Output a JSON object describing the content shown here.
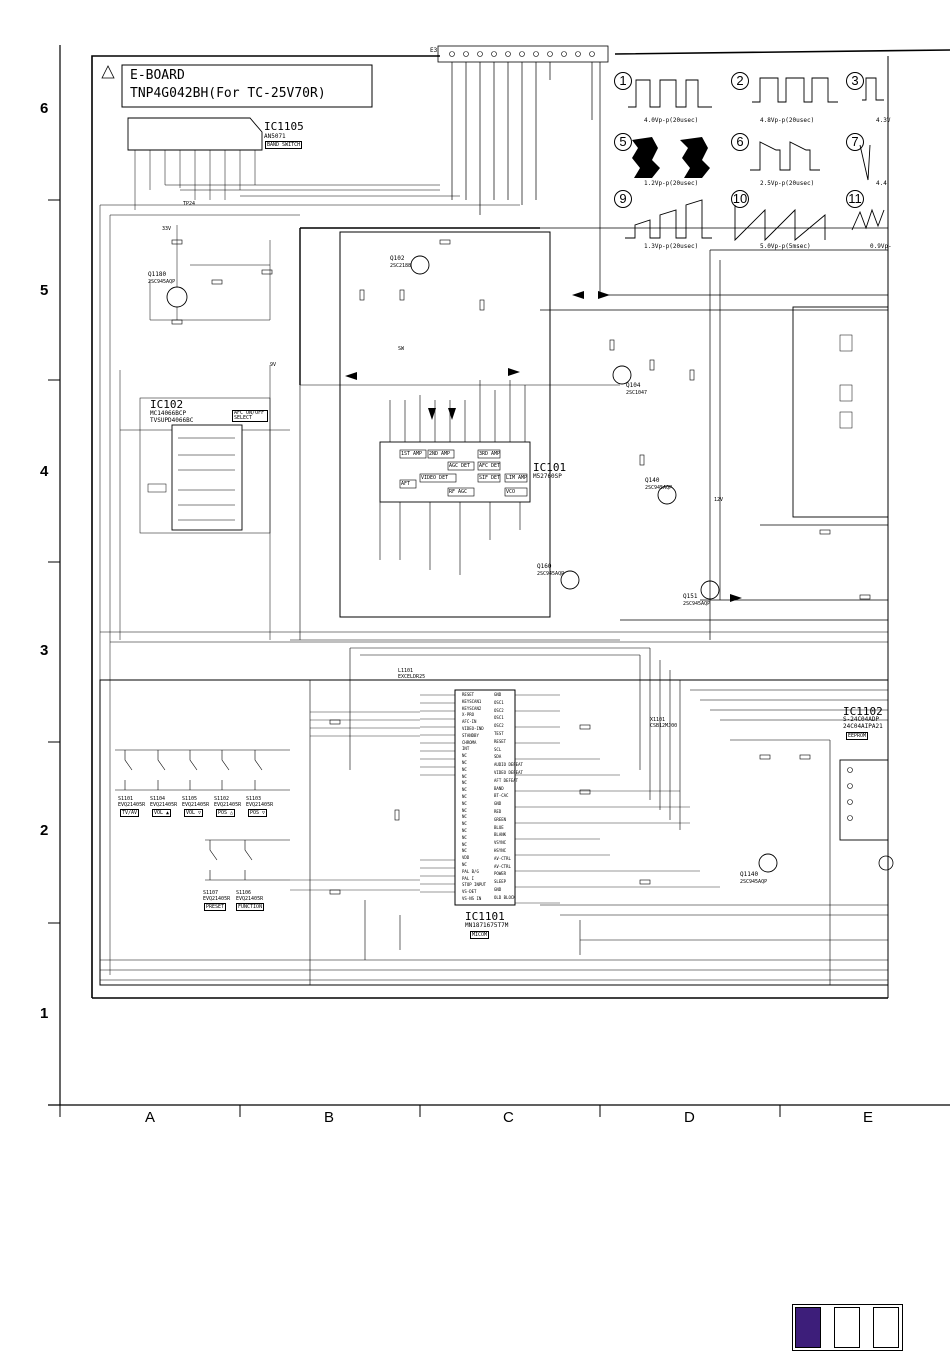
{
  "board": {
    "warning_symbol": "warning-triangle-icon",
    "title": "E-BOARD",
    "subtitle": "TNP4G042BH(For TC-25V70R)"
  },
  "grid": {
    "rows": [
      "6",
      "5",
      "4",
      "3",
      "2",
      "1"
    ],
    "columns": [
      "A",
      "B",
      "C",
      "D",
      "E"
    ]
  },
  "waveforms": [
    {
      "num": "1",
      "caption": "4.0Vp-p(20usec)"
    },
    {
      "num": "2",
      "caption": "4.8Vp-p(20usec)"
    },
    {
      "num": "3",
      "caption": "4.3V"
    },
    {
      "num": "5",
      "caption": "1.2Vp-p(20usec)"
    },
    {
      "num": "6",
      "caption": "2.5Vp-p(20usec)"
    },
    {
      "num": "7",
      "caption": "4.4"
    },
    {
      "num": "9",
      "caption": "1.3Vp-p(20usec)"
    },
    {
      "num": "10",
      "caption": "5.0Vp-p(5msec)"
    },
    {
      "num": "11",
      "caption": "0.9Vp-"
    }
  ],
  "ics": {
    "ic1105": {
      "ref": "IC1105",
      "part": "AN5071",
      "func": "BAND SWITCH"
    },
    "ic102": {
      "ref": "IC102",
      "part": "MC14066BCP",
      "part2": "TVSUPD4066BC",
      "func": "AFC ON/OFF SELECT"
    },
    "ic101": {
      "ref": "IC101",
      "part": "M52760SP"
    },
    "ic1101": {
      "ref": "IC1101",
      "part": "MN1871675T7M",
      "func": "MICOM"
    },
    "ic1102": {
      "ref": "IC1102",
      "part": "S-24C04ADP",
      "part2": "24C04AIPA21",
      "func": "EEPROM"
    }
  },
  "transistors": [
    {
      "ref": "Q1180",
      "part": "2SC945AQP"
    },
    {
      "ref": "Q102",
      "part": "2SC2188"
    },
    {
      "ref": "Q104",
      "part": "2SC1047"
    },
    {
      "ref": "Q140",
      "part": "2SC945AQP"
    },
    {
      "ref": "Q160",
      "part": "2SC945AQP"
    },
    {
      "ref": "Q151",
      "part": "2SC945AQP"
    },
    {
      "ref": "Q1140",
      "part": "2SC945AQP"
    }
  ],
  "switches": [
    {
      "ref": "S1101",
      "part": "EVQ21405R",
      "func": "TV/AV"
    },
    {
      "ref": "S1104",
      "part": "EVQ21405R",
      "func": "VOL ▲"
    },
    {
      "ref": "S1105",
      "part": "EVQ21405R",
      "func": "VOL ▽"
    },
    {
      "ref": "S1102",
      "part": "EVQ21405R",
      "func": "POS △"
    },
    {
      "ref": "S1103",
      "part": "EVQ21405R",
      "func": "POS ▽"
    },
    {
      "ref": "S1107",
      "part": "EVQ21405R",
      "func": "PRESET"
    },
    {
      "ref": "S1106",
      "part": "EVQ21405R",
      "func": "FUNCTION"
    }
  ],
  "ic1101_pins_left": [
    "RESET",
    "KEYSCAN1",
    "KEYSCAN2",
    "X-PRO",
    "AFC-IN",
    "VIDEO-IND",
    "STANDBY",
    "CHROMA",
    "INT",
    "NC",
    "NC",
    "NC",
    "NC",
    "NC",
    "NC",
    "NC",
    "NC",
    "NC",
    "NC",
    "NC",
    "NC",
    "NC",
    "NC",
    "NC",
    "VDD",
    "NC",
    "PAL B/G",
    "PAL I",
    "STOP INPUT",
    "VS-DET",
    "VS-NS IN"
  ],
  "ic1101_pins_right": [
    "GND",
    "OSC1",
    "OSC2",
    "OSC1",
    "OSC2",
    "TEST",
    "RESET",
    "SCL",
    "SDA",
    "AUDIO DEFEAT",
    "VIDEO DEFEAT",
    "AFT DEFEAT",
    "BAND",
    "BT-CAC",
    "GND",
    "RED",
    "GREEN",
    "BLUE",
    "BLANK",
    "VSYNC",
    "HSYNC",
    "AV-CTRL",
    "AV-CTRL",
    "POWER",
    "SLEEP",
    "GND",
    "OLD BLOCK"
  ],
  "ic101_blocks": [
    "1ST AMP",
    "2ND AMP",
    "3RD AMP",
    "AGC DET",
    "VIDEO DET",
    "AFC DET",
    "SIF DET",
    "LIM AMP",
    "AFT",
    "RF AGC",
    "VCO"
  ],
  "misc_labels": {
    "connector_e3": "E3",
    "supply_33v": "33V",
    "supply_9v": "9V",
    "supply_12v": "12V",
    "tp_first": "TP24",
    "l1101": "L1101",
    "l1101_part": "EXCELDR25",
    "x1101": "X1101",
    "x1101_part": "CSB12MJ00",
    "sw_ref": "SW"
  },
  "corner_colors": {
    "filled": "#3d1e7a",
    "outline": "#000000"
  }
}
